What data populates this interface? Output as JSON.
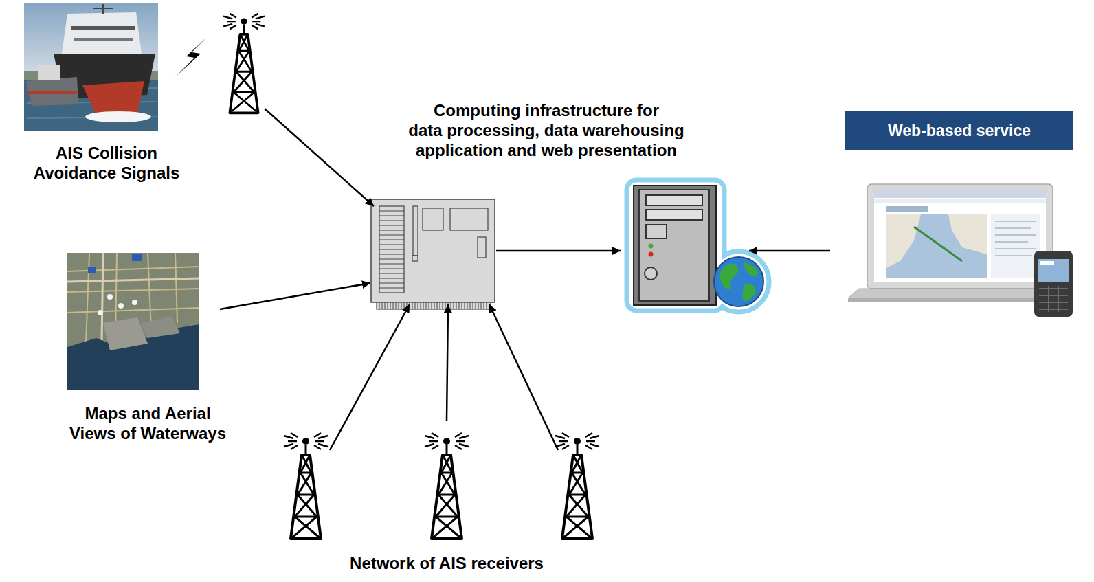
{
  "diagram": {
    "nodes": [
      {
        "text": [
          "AIS Collision Avoidance Signals"
        ]
      },
      {
        "text": [
          "Maps and Aerial Views of Waterways"
        ]
      },
      {
        "text": []
      },
      {
        "text": [
          "Computing infrastructure for data processing, data warehousing application and web presentation"
        ]
      },
      {
        "text": [
          "Web-based service"
        ]
      },
      {
        "text": [
          "Network of AIS receivers"
        ]
      }
    ],
    "edges": [
      {
        "from": 0,
        "to": 2,
        "arrow": "to"
      },
      {
        "from": 1,
        "to": 2,
        "arrow": "to"
      },
      {
        "from": 5,
        "to": 2,
        "arrow": "to"
      },
      {
        "from": 5,
        "to": 2,
        "arrow": "to"
      },
      {
        "from": 5,
        "to": 2,
        "arrow": "to"
      },
      {
        "from": 2,
        "to": 3,
        "arrow": "to"
      },
      {
        "from": 4,
        "to": 3,
        "arrow": "to"
      }
    ]
  }
}
